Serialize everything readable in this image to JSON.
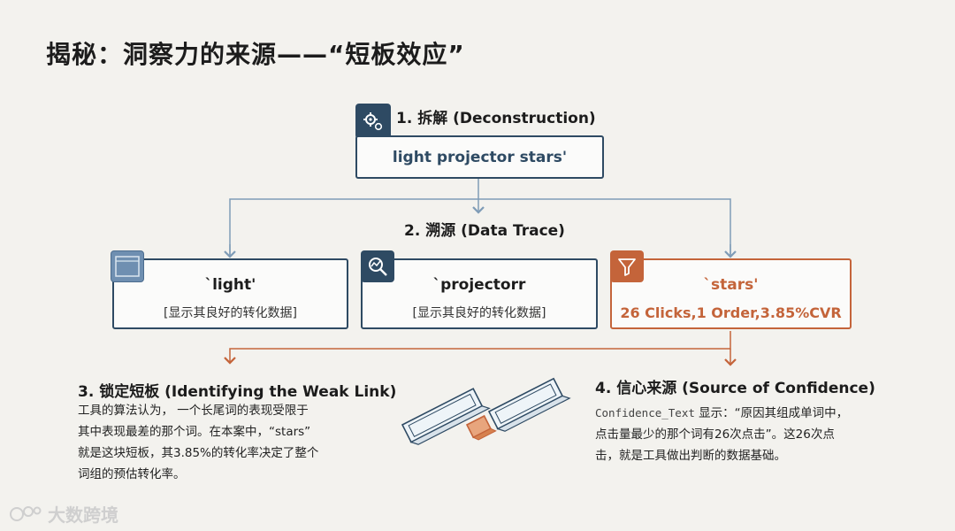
{
  "title": "揭秘：洞察力的来源——“短板效应”",
  "step1": {
    "label": "1. 拆解 (Deconstruction)",
    "box_text": "light projector stars'"
  },
  "step2": {
    "label": "2. 溯源 (Data Trace)"
  },
  "cards": [
    {
      "word": "`light'",
      "detail": "[显示其良好的转化数据]"
    },
    {
      "word": "`projectorr",
      "detail": "[显示其良好的转化数据]"
    },
    {
      "word": "`stars'",
      "detail": "26 Clicks,1 Order,3.85%CVR"
    }
  ],
  "step3": {
    "label": "3. 锁定短板 (Identifying the Weak Link)",
    "lines": [
      "工具的算法认为， 一个长尾词的表现受限于",
      "其中表现最差的那个词。在本案中，“stars”",
      "就是这块短板，其3.85%的转化率决定了整个",
      "词组的预估转化率。"
    ]
  },
  "step4": {
    "label": "4. 信心来源 (Source of Confidence)",
    "code_term": "Confidence_Text",
    "line1_rest": " 显示：“原因其组成单词中，",
    "lines": [
      "点击量最少的那个词有26次点击”。这26次点",
      "击，就是工具做出判断的数据基础。"
    ]
  },
  "watermark": "大数跨境",
  "colors": {
    "dark": "#2e4a63",
    "orange": "#c4643a",
    "connector": "#7f9cb7",
    "background": "#f3f2ee"
  }
}
